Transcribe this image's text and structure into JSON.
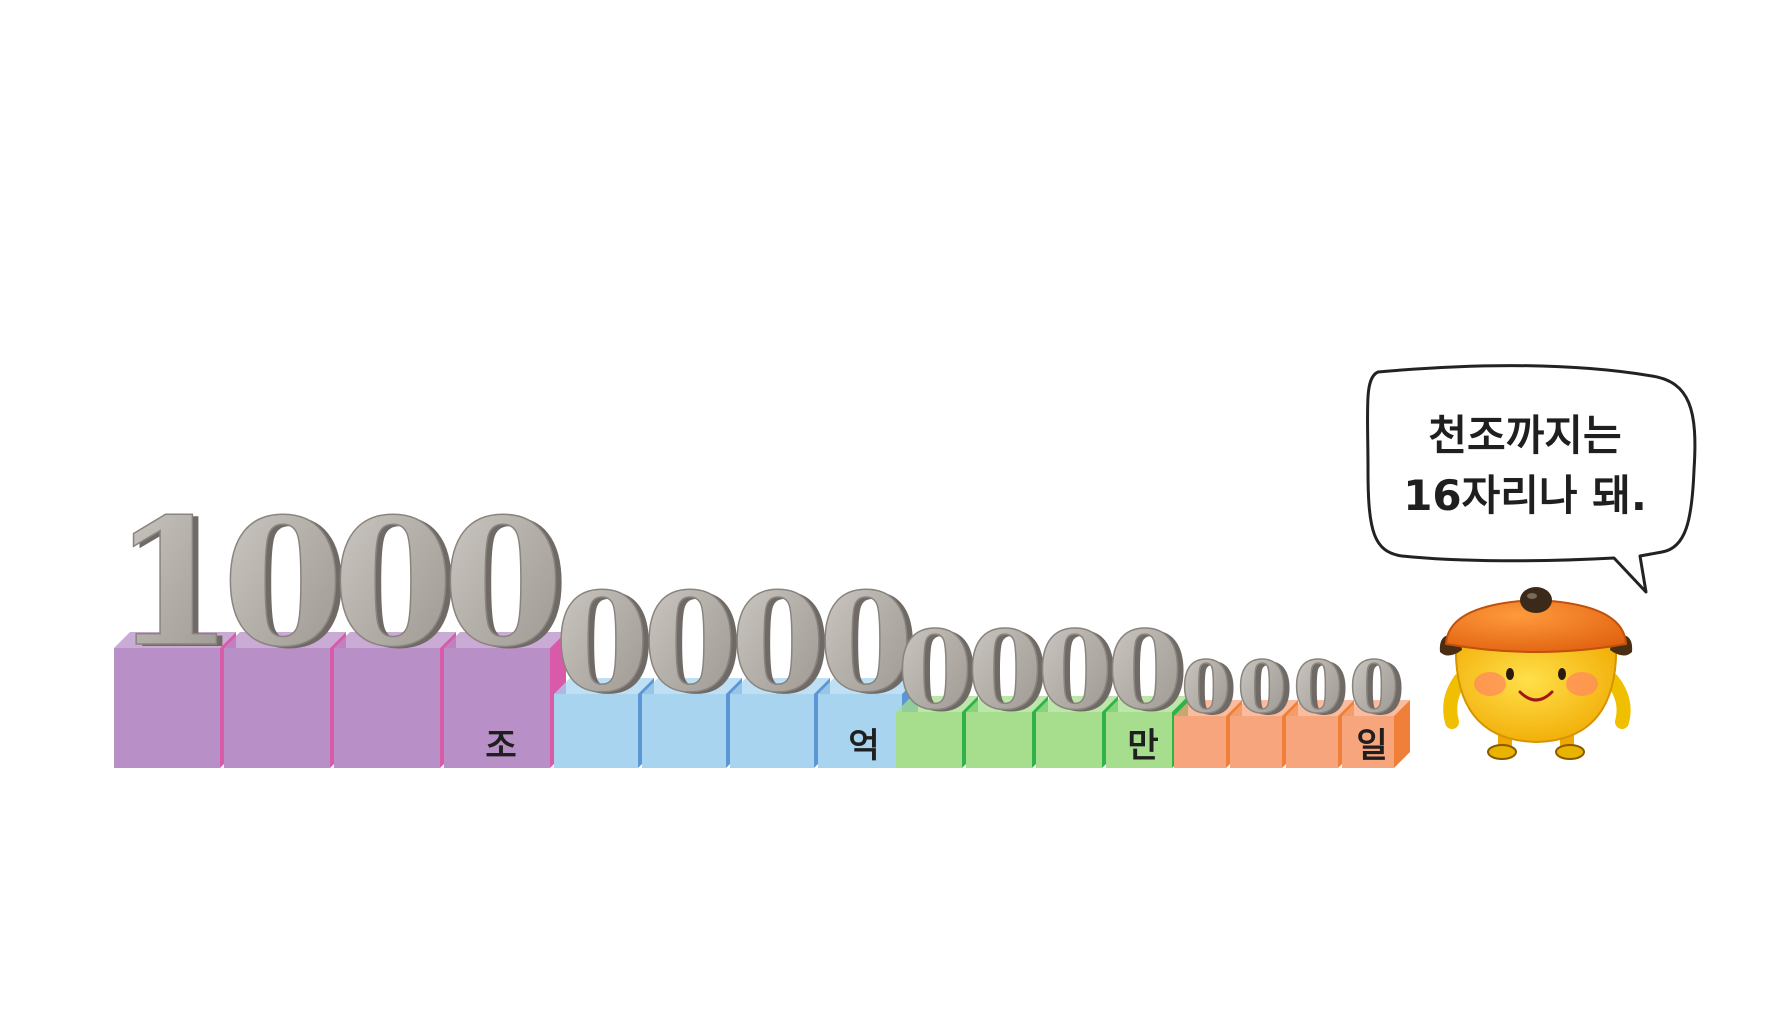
{
  "number": {
    "groups": [
      {
        "unit": "조",
        "digits": [
          "1",
          "0",
          "0",
          "0"
        ],
        "color": "#b88fc7",
        "edge": "#d95aa8"
      },
      {
        "unit": "억",
        "digits": [
          "0",
          "0",
          "0",
          "0"
        ],
        "color": "#a9d4f0",
        "edge": "#5b97d4"
      },
      {
        "unit": "만",
        "digits": [
          "0",
          "0",
          "0",
          "0"
        ],
        "color": "#a6de8e",
        "edge": "#2fb24a"
      },
      {
        "unit": "일",
        "digits": [
          "0",
          "0",
          "0",
          "0"
        ],
        "color": "#f7a57d",
        "edge": "#f07f3a"
      }
    ]
  },
  "speech_bubble": {
    "line1": "천조까지는",
    "line2": "16자리나 돼."
  },
  "character": {
    "icon": "pot-mascot-icon",
    "body_color": "#f7c21a",
    "lid_color": "#f07a1e"
  }
}
